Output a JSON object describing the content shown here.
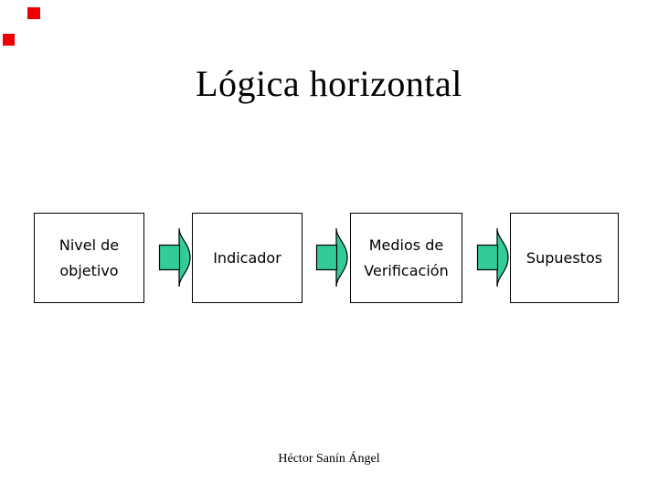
{
  "slide": {
    "title": "Lógica horizontal",
    "footer": "Héctor Sanín Ángel",
    "flow": {
      "boxes": [
        {
          "id": "nivel-de-objetivo",
          "label": "Nivel de\nobjetivo"
        },
        {
          "id": "indicador",
          "label": "Indicador"
        },
        {
          "id": "medios-de-verificacion",
          "label": "Medios de\nVerificación"
        },
        {
          "id": "supuestos",
          "label": "Supuestos"
        }
      ],
      "arrows": {
        "count": 3,
        "direction": "right",
        "style": "rectangle-with-curved-crescent-tip"
      }
    },
    "colors": {
      "background": "#FFFFFF",
      "arrow_fill": "#33CC99",
      "arrow_outline": "#000000",
      "box_border": "#000000",
      "box_fill": "#FFFFFF",
      "text": "#000000",
      "corner_accent": "#EE0000"
    }
  }
}
